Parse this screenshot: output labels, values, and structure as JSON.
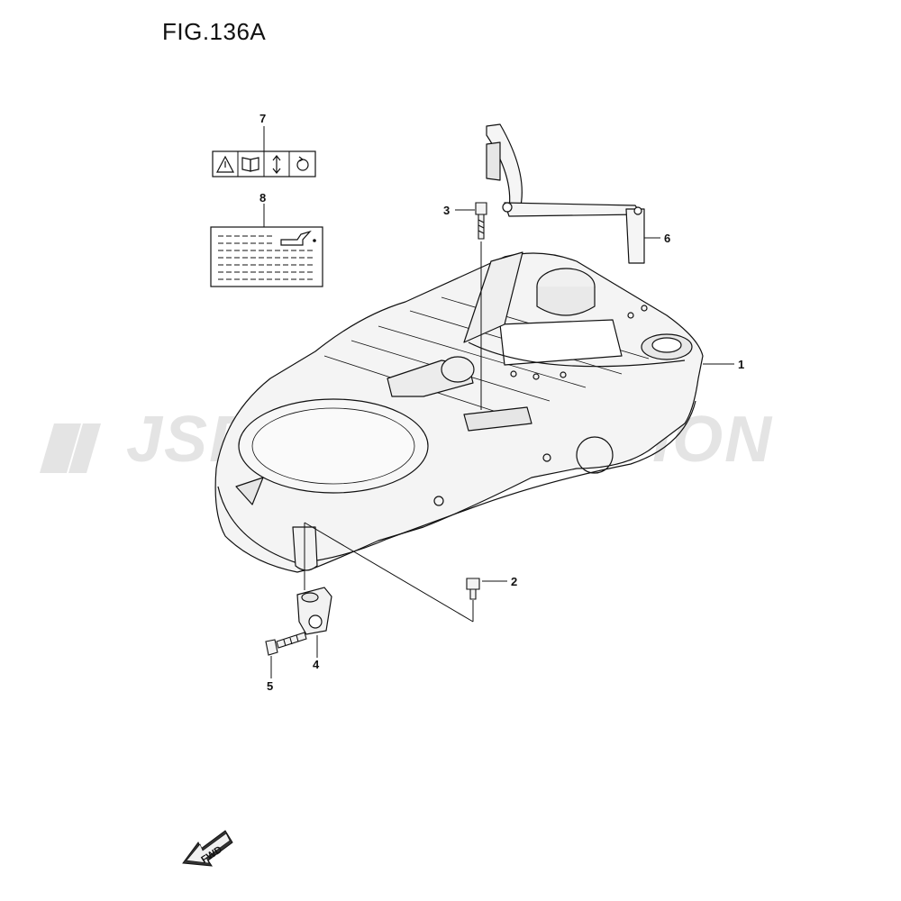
{
  "figure": {
    "title": "FIG.136A"
  },
  "watermark": {
    "text": "JSP CORPORATION",
    "color": "#e4e4e4"
  },
  "callouts": {
    "p1": "1",
    "p2": "2",
    "p3": "3",
    "p4": "4",
    "p5": "5",
    "p6": "6",
    "p7": "7",
    "p8": "8"
  },
  "direction_arrow": {
    "label": "FWD"
  },
  "warning_label_icons": [
    "warning-triangle-icon",
    "manual-book-icon",
    "up-down-arrow-icon",
    "rotation-icon"
  ],
  "colors": {
    "line": "#111111",
    "part_fill": "#f2f2f2",
    "shade": "#cfcfcf"
  }
}
